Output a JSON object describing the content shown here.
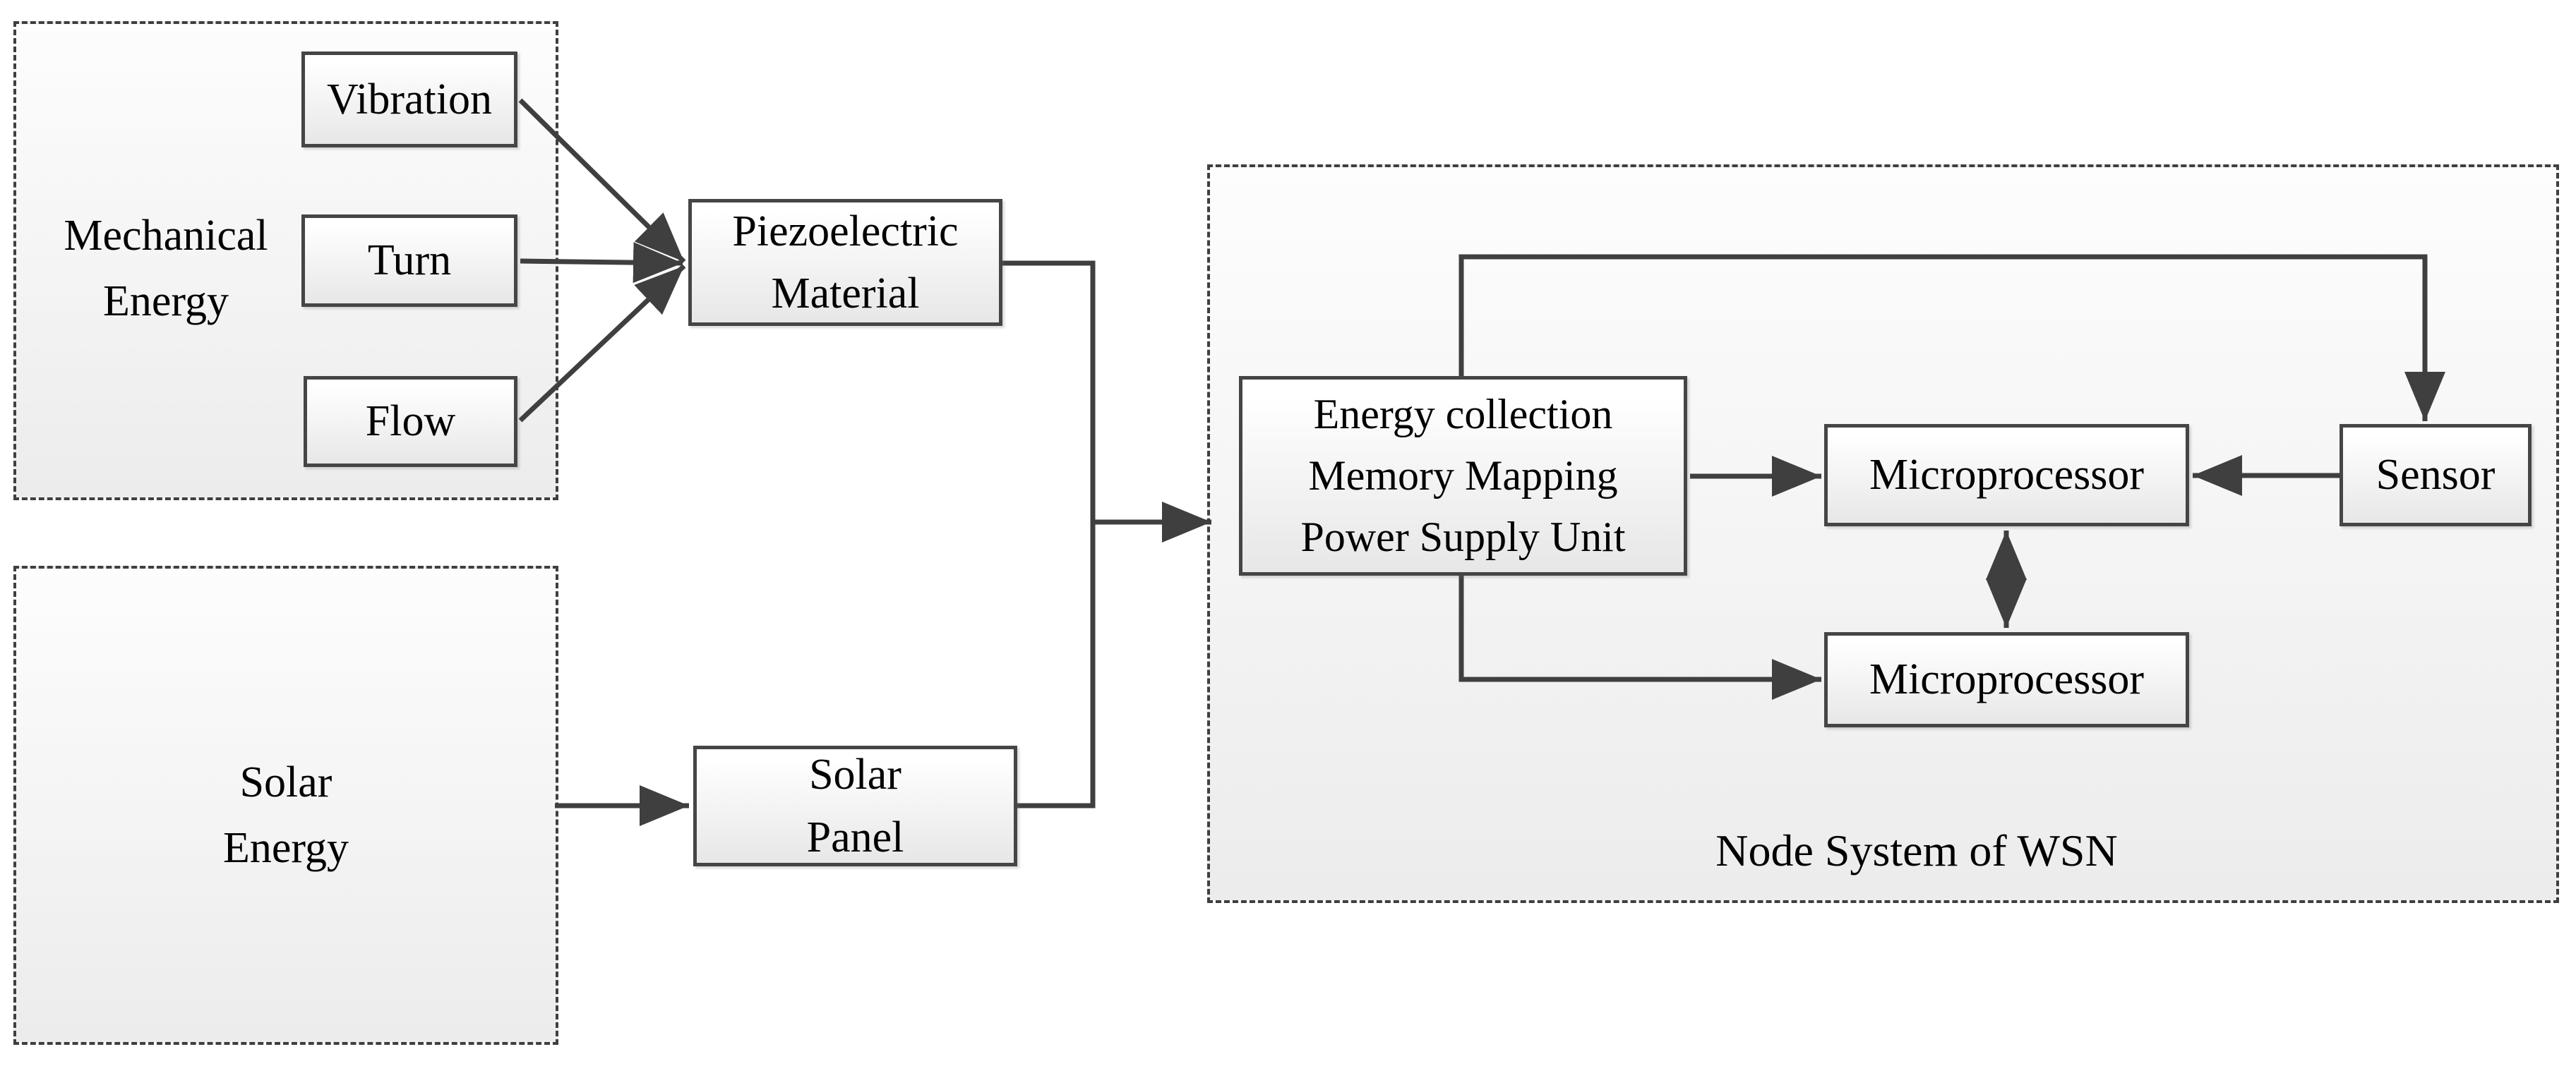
{
  "groups": {
    "mechanical": {
      "line1": "Mechanical",
      "line2": "Energy"
    },
    "solar": {
      "line1": "Solar",
      "line2": "Energy"
    },
    "node_system": {
      "label": "Node System of WSN"
    }
  },
  "nodes": {
    "vibration": {
      "label": "Vibration"
    },
    "turn": {
      "label": "Turn"
    },
    "flow": {
      "label": "Flow"
    },
    "piezoelectric": {
      "line1": "Piezoelectric",
      "line2": "Material"
    },
    "solar_panel": {
      "line1": "Solar",
      "line2": "Panel"
    },
    "energy_unit": {
      "line1": "Energy collection",
      "line2": "Memory Mapping",
      "line3": "Power Supply Unit"
    },
    "microprocessor_top": {
      "label": "Microprocessor"
    },
    "microprocessor_bottom": {
      "label": "Microprocessor"
    },
    "sensor": {
      "label": "Sensor"
    }
  },
  "edges": [
    {
      "from": "Vibration",
      "to": "Piezoelectric Material",
      "bidirectional": false
    },
    {
      "from": "Turn",
      "to": "Piezoelectric Material",
      "bidirectional": false
    },
    {
      "from": "Flow",
      "to": "Piezoelectric Material",
      "bidirectional": false
    },
    {
      "from": "Solar Energy",
      "to": "Solar Panel",
      "bidirectional": false
    },
    {
      "from": "Piezoelectric Material",
      "to": "Energy collection Memory Mapping Power Supply Unit",
      "bidirectional": false
    },
    {
      "from": "Solar Panel",
      "to": "Energy collection Memory Mapping Power Supply Unit",
      "bidirectional": false
    },
    {
      "from": "Energy collection Memory Mapping Power Supply Unit",
      "to": "Microprocessor (top)",
      "bidirectional": false
    },
    {
      "from": "Energy collection Memory Mapping Power Supply Unit",
      "to": "Sensor",
      "bidirectional": false
    },
    {
      "from": "Energy collection Memory Mapping Power Supply Unit",
      "to": "Microprocessor (bottom)",
      "bidirectional": false
    },
    {
      "from": "Sensor",
      "to": "Microprocessor (top)",
      "bidirectional": false
    },
    {
      "from": "Microprocessor (top)",
      "to": "Microprocessor (bottom)",
      "bidirectional": true
    }
  ],
  "colors": {
    "line": "#3f3f3f",
    "border": "#454545",
    "box_top": "#ffffff",
    "box_bottom": "#e7e7e7",
    "panel_top": "#fdfdfd",
    "panel_bottom": "#ececec",
    "text": "#000000"
  }
}
